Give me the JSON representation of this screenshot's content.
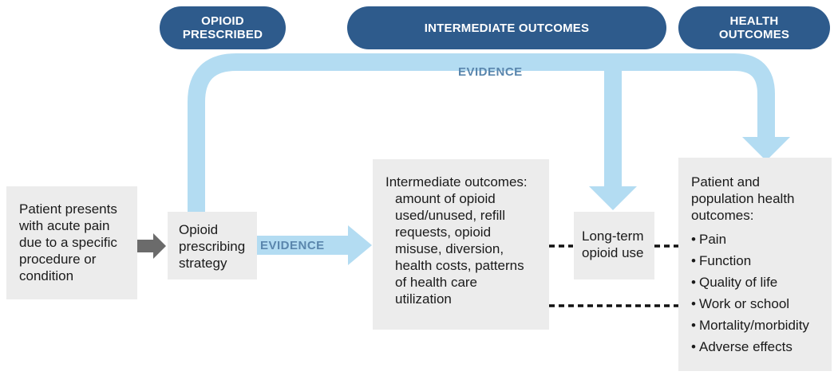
{
  "headers": {
    "opioid_prescribed": "OPIOID\nPRESCRIBED",
    "intermediate_outcomes": "INTERMEDIATE OUTCOMES",
    "health_outcomes": "HEALTH\nOUTCOMES"
  },
  "evidence_label": "EVIDENCE",
  "patient_box": [
    "Patient presents",
    "with acute pain",
    "due to a specific",
    "procedure or",
    "condition"
  ],
  "strategy_box": [
    "Opioid",
    "prescribing",
    "strategy"
  ],
  "intermediate_box": {
    "heading": "Intermediate outcomes:",
    "lines": [
      "amount of opioid",
      "used/unused, refill",
      "requests, opioid",
      "misuse, diversion,",
      "health costs, patterns",
      "of health care",
      "utilization"
    ]
  },
  "longterm_box": [
    "Long-term",
    "opioid use"
  ],
  "health_box": {
    "heading": [
      "Patient and",
      "population health",
      "outcomes:"
    ],
    "bullets": [
      "Pain",
      "Function",
      "Quality of life",
      "Work or school",
      "Mortality/morbidity",
      "Adverse effects"
    ],
    "bullet_char": "•"
  },
  "colors": {
    "pill": "#2e5b8c",
    "arrow_light": "#b3dcf2",
    "evidence_text": "#5a86ad",
    "box_bg": "#ececec",
    "dark_arrow": "#6b6b6b"
  }
}
